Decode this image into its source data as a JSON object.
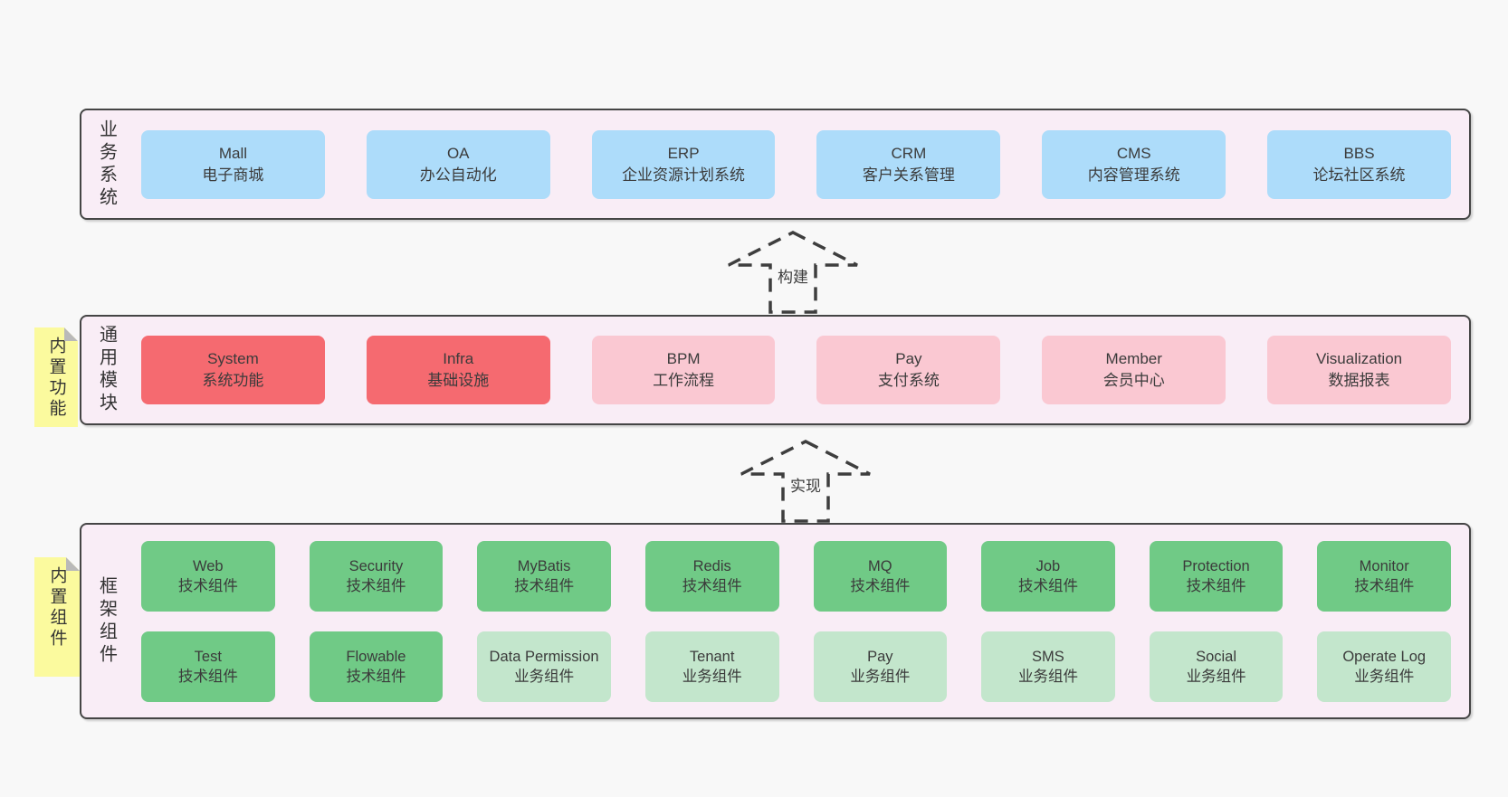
{
  "diagram": {
    "bands": [
      {
        "label": "业务系统",
        "boxes": [
          {
            "title": "Mall",
            "subtitle": "电子商城",
            "type": "blue"
          },
          {
            "title": "OA",
            "subtitle": "办公自动化",
            "type": "blue"
          },
          {
            "title": "ERP",
            "subtitle": "企业资源计划系统",
            "type": "blue"
          },
          {
            "title": "CRM",
            "subtitle": "客户关系管理",
            "type": "blue"
          },
          {
            "title": "CMS",
            "subtitle": "内容管理系统",
            "type": "blue"
          },
          {
            "title": "BBS",
            "subtitle": "论坛社区系统",
            "type": "blue"
          }
        ]
      },
      {
        "label": "通用模块",
        "note": "内置功能",
        "boxes": [
          {
            "title": "System",
            "subtitle": "系统功能",
            "type": "red"
          },
          {
            "title": "Infra",
            "subtitle": "基础设施",
            "type": "red"
          },
          {
            "title": "BPM",
            "subtitle": "工作流程",
            "type": "pink"
          },
          {
            "title": "Pay",
            "subtitle": "支付系统",
            "type": "pink"
          },
          {
            "title": "Member",
            "subtitle": "会员中心",
            "type": "pink"
          },
          {
            "title": "Visualization",
            "subtitle": "数据报表",
            "type": "pink"
          }
        ]
      },
      {
        "label": "框架组件",
        "note": "内置组件",
        "rows": [
          [
            {
              "title": "Web",
              "subtitle": "技术组件",
              "type": "green"
            },
            {
              "title": "Security",
              "subtitle": "技术组件",
              "type": "green"
            },
            {
              "title": "MyBatis",
              "subtitle": "技术组件",
              "type": "green"
            },
            {
              "title": "Redis",
              "subtitle": "技术组件",
              "type": "green"
            },
            {
              "title": "MQ",
              "subtitle": "技术组件",
              "type": "green"
            },
            {
              "title": "Job",
              "subtitle": "技术组件",
              "type": "green"
            },
            {
              "title": "Protection",
              "subtitle": "技术组件",
              "type": "green"
            },
            {
              "title": "Monitor",
              "subtitle": "技术组件",
              "type": "green"
            }
          ],
          [
            {
              "title": "Test",
              "subtitle": "技术组件",
              "type": "green"
            },
            {
              "title": "Flowable",
              "subtitle": "技术组件",
              "type": "green"
            },
            {
              "title": "Data Permission",
              "subtitle": "业务组件",
              "type": "lightgreen"
            },
            {
              "title": "Tenant",
              "subtitle": "业务组件",
              "type": "lightgreen"
            },
            {
              "title": "Pay",
              "subtitle": "业务组件",
              "type": "lightgreen"
            },
            {
              "title": "SMS",
              "subtitle": "业务组件",
              "type": "lightgreen"
            },
            {
              "title": "Social",
              "subtitle": "业务组件",
              "type": "lightgreen"
            },
            {
              "title": "Operate Log",
              "subtitle": "业务组件",
              "type": "lightgreen"
            }
          ]
        ]
      }
    ],
    "arrows": [
      {
        "label": "构建"
      },
      {
        "label": "实现"
      }
    ]
  },
  "palette": {
    "blue": "#addcfa",
    "red": "#f56a70",
    "pink": "#fac8d2",
    "green": "#70ca86",
    "lightgreen": "#c3e6cc",
    "band_fill": "#f9edf6",
    "band_border": "#454545",
    "note_fill": "#fbfa9e",
    "note_fold": "#b9b9b9",
    "page_background": "#f8f8f8",
    "text": "#3b3b3b",
    "arrow_stroke": "#3e3e3e"
  }
}
